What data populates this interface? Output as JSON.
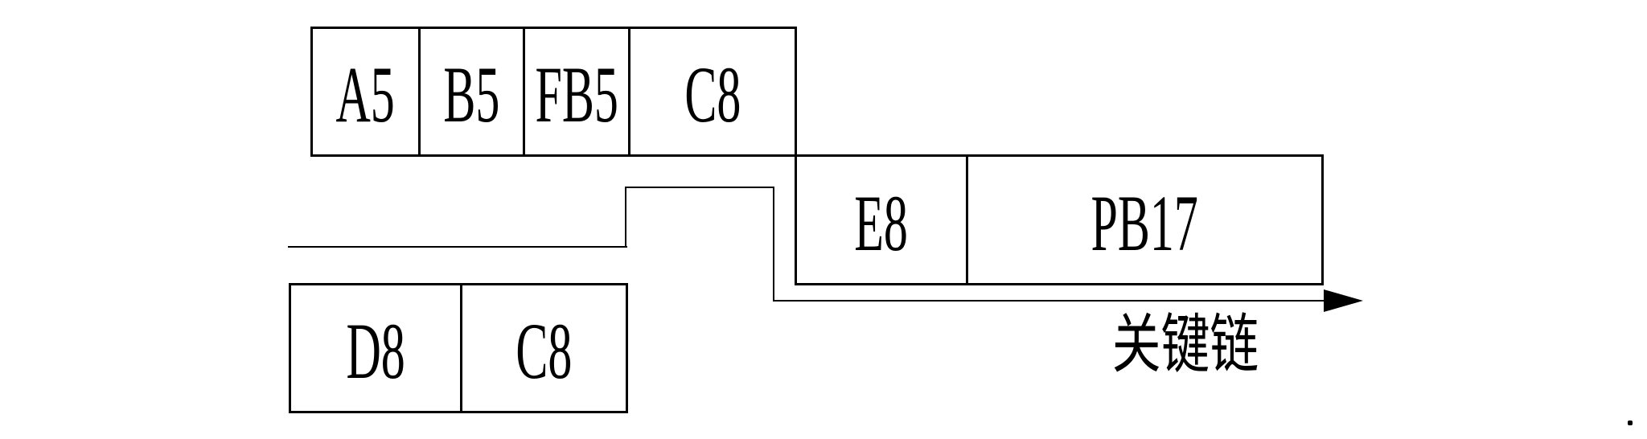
{
  "diagram": {
    "title": "critical-chain-schedule-figure",
    "background_color": "#ffffff",
    "line_color": "#000000",
    "rows": [
      {
        "name": "top-task-row",
        "boxes": [
          {
            "label": "A5"
          },
          {
            "label": "B5"
          },
          {
            "label": "FB5"
          },
          {
            "label": "C8"
          }
        ]
      },
      {
        "name": "middle-task-row",
        "boxes": [
          {
            "label": "E8"
          },
          {
            "label": "PB17"
          }
        ]
      },
      {
        "name": "bottom-task-row",
        "boxes": [
          {
            "label": "D8"
          },
          {
            "label": "C8"
          }
        ]
      }
    ],
    "arrow": {
      "label": "关键链"
    }
  }
}
